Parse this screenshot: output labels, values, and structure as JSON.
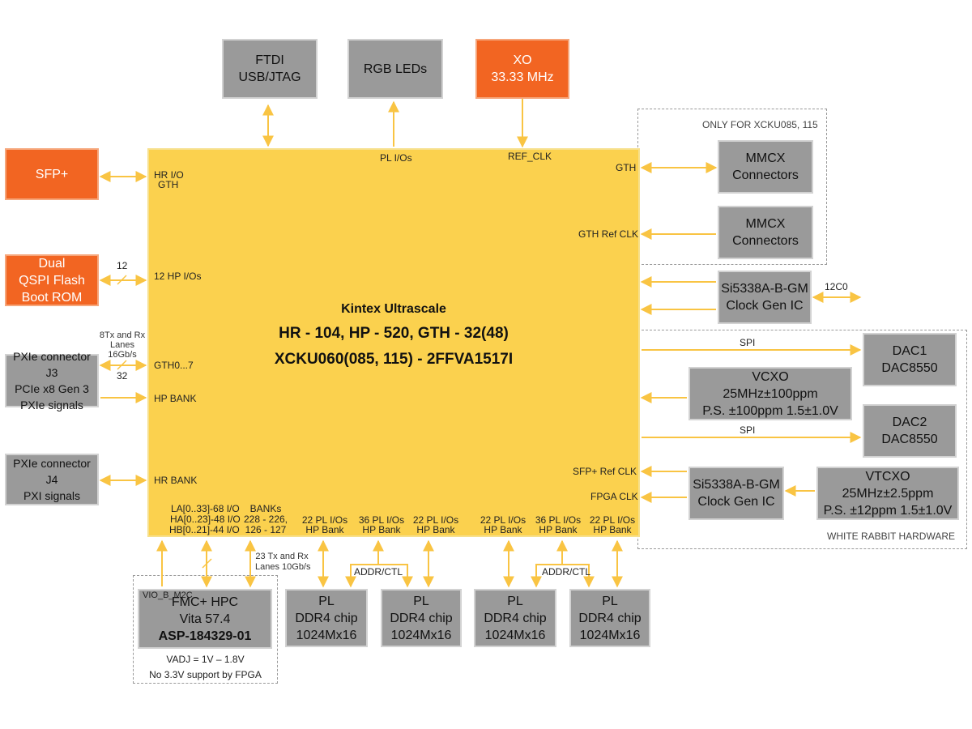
{
  "fpga": {
    "title1": "Kintex Ultrascale",
    "title2": "HR - 104, HP - 520, GTH - 32(48)",
    "title3": "XCKU060(085, 115) - 2FFVA1517I",
    "pins": {
      "pl_ios": "PL I/Os",
      "ref_clk": "REF_CLK",
      "hr_io": "HR I/O",
      "gth_left": "GTH",
      "hp_12": "12 HP I/Os",
      "gth07": "GTH0...7",
      "hp_bank": "HP BANK",
      "hr_bank": "HR BANK",
      "gth_right": "GTH",
      "gth_ref_clk": "GTH Ref CLK",
      "sfp_ref_clk": "SFP+ Ref CLK",
      "fpga_clk": "FPGA CLK",
      "la": "LA[0..33]-68 I/O",
      "ha": "HA[0..23]-48 I/O",
      "hb": "HB[0..21]-44 I/O",
      "banks1": "BANKs",
      "banks2": "228 - 226,",
      "banks3": "126 - 127",
      "b1a": "22 PL I/Os",
      "b1b": "HP Bank",
      "b2a": "36 PL I/Os",
      "b2b": "HP Bank",
      "b3a": "22 PL I/Os",
      "b3b": "HP Bank",
      "b4a": "22 PL I/Os",
      "b4b": "HP Bank",
      "b5a": "36 PL I/Os",
      "b5b": "HP Bank",
      "b6a": "22 PL I/Os",
      "b6b": "HP Bank"
    }
  },
  "blocks": {
    "ftdi": [
      "FTDI",
      "USB/JTAG"
    ],
    "rgb": [
      "RGB LEDs"
    ],
    "xo": [
      "XO",
      "33.33 MHz"
    ],
    "sfp": [
      "SFP+"
    ],
    "qspi": [
      "Dual",
      "QSPI Flash",
      "Boot ROM"
    ],
    "pxie_j3": [
      "PXIe connector J3",
      "PCIe x8 Gen 3",
      "PXIe signals"
    ],
    "pxie_j4": [
      "PXIe connector J4",
      "PXI signals"
    ],
    "mmcx1": [
      "MMCX",
      "Connectors"
    ],
    "mmcx2": [
      "MMCX",
      "Connectors"
    ],
    "si5338_top": [
      "Si5338A-B-GM",
      "Clock Gen IC"
    ],
    "dac1": [
      "DAC1",
      "DAC8550"
    ],
    "vcxo": [
      "VCXO",
      "25MHz±100ppm",
      "P.S. ±100ppm 1.5±1.0V"
    ],
    "dac2": [
      "DAC2",
      "DAC8550"
    ],
    "si5338_bot": [
      "Si5338A-B-GM",
      "Clock Gen IC"
    ],
    "vtcxo": [
      "VTCXO",
      "25MHz±2.5ppm",
      "P.S. ±12ppm 1.5±1.0V"
    ],
    "fmc": {
      "tag": "VIO_B_M2C",
      "l1": "FMC+ HPC",
      "l2": "Vita 57.4",
      "l3": "ASP-184329-01"
    },
    "ddr1": [
      "PL",
      "DDR4 chip",
      "1024Mx16"
    ],
    "ddr2": [
      "PL",
      "DDR4 chip",
      "1024Mx16"
    ],
    "ddr3": [
      "PL",
      "DDR4 chip",
      "1024Mx16"
    ],
    "ddr4": [
      "PL",
      "DDR4 chip",
      "1024Mx16"
    ]
  },
  "labels": {
    "only_for": "ONLY FOR XCKU085, 115",
    "white_rabbit": "WHITE RABBIT HARDWARE",
    "i2c": "12C0",
    "spi1": "SPI",
    "spi2": "SPI",
    "qspi_12": "12",
    "pcie_lanes1": "8Tx and Rx",
    "pcie_lanes2": "Lanes",
    "pcie_lanes3": "16Gb/s",
    "pcie_32": "32",
    "fmc_lanes1": "23 Tx and Rx",
    "fmc_lanes2": "Lanes 10Gb/s",
    "addr_ctl1": "ADDR/CTL",
    "addr_ctl2": "ADDR/CTL",
    "vadj": "VADJ = 1V – 1.8V",
    "no33": "No 3.3V support by FPGA"
  },
  "colors": {
    "fpga": "#fbd14e",
    "orange": "#f26522",
    "gray": "#9a9a9a",
    "arrow": "#f9c443"
  }
}
